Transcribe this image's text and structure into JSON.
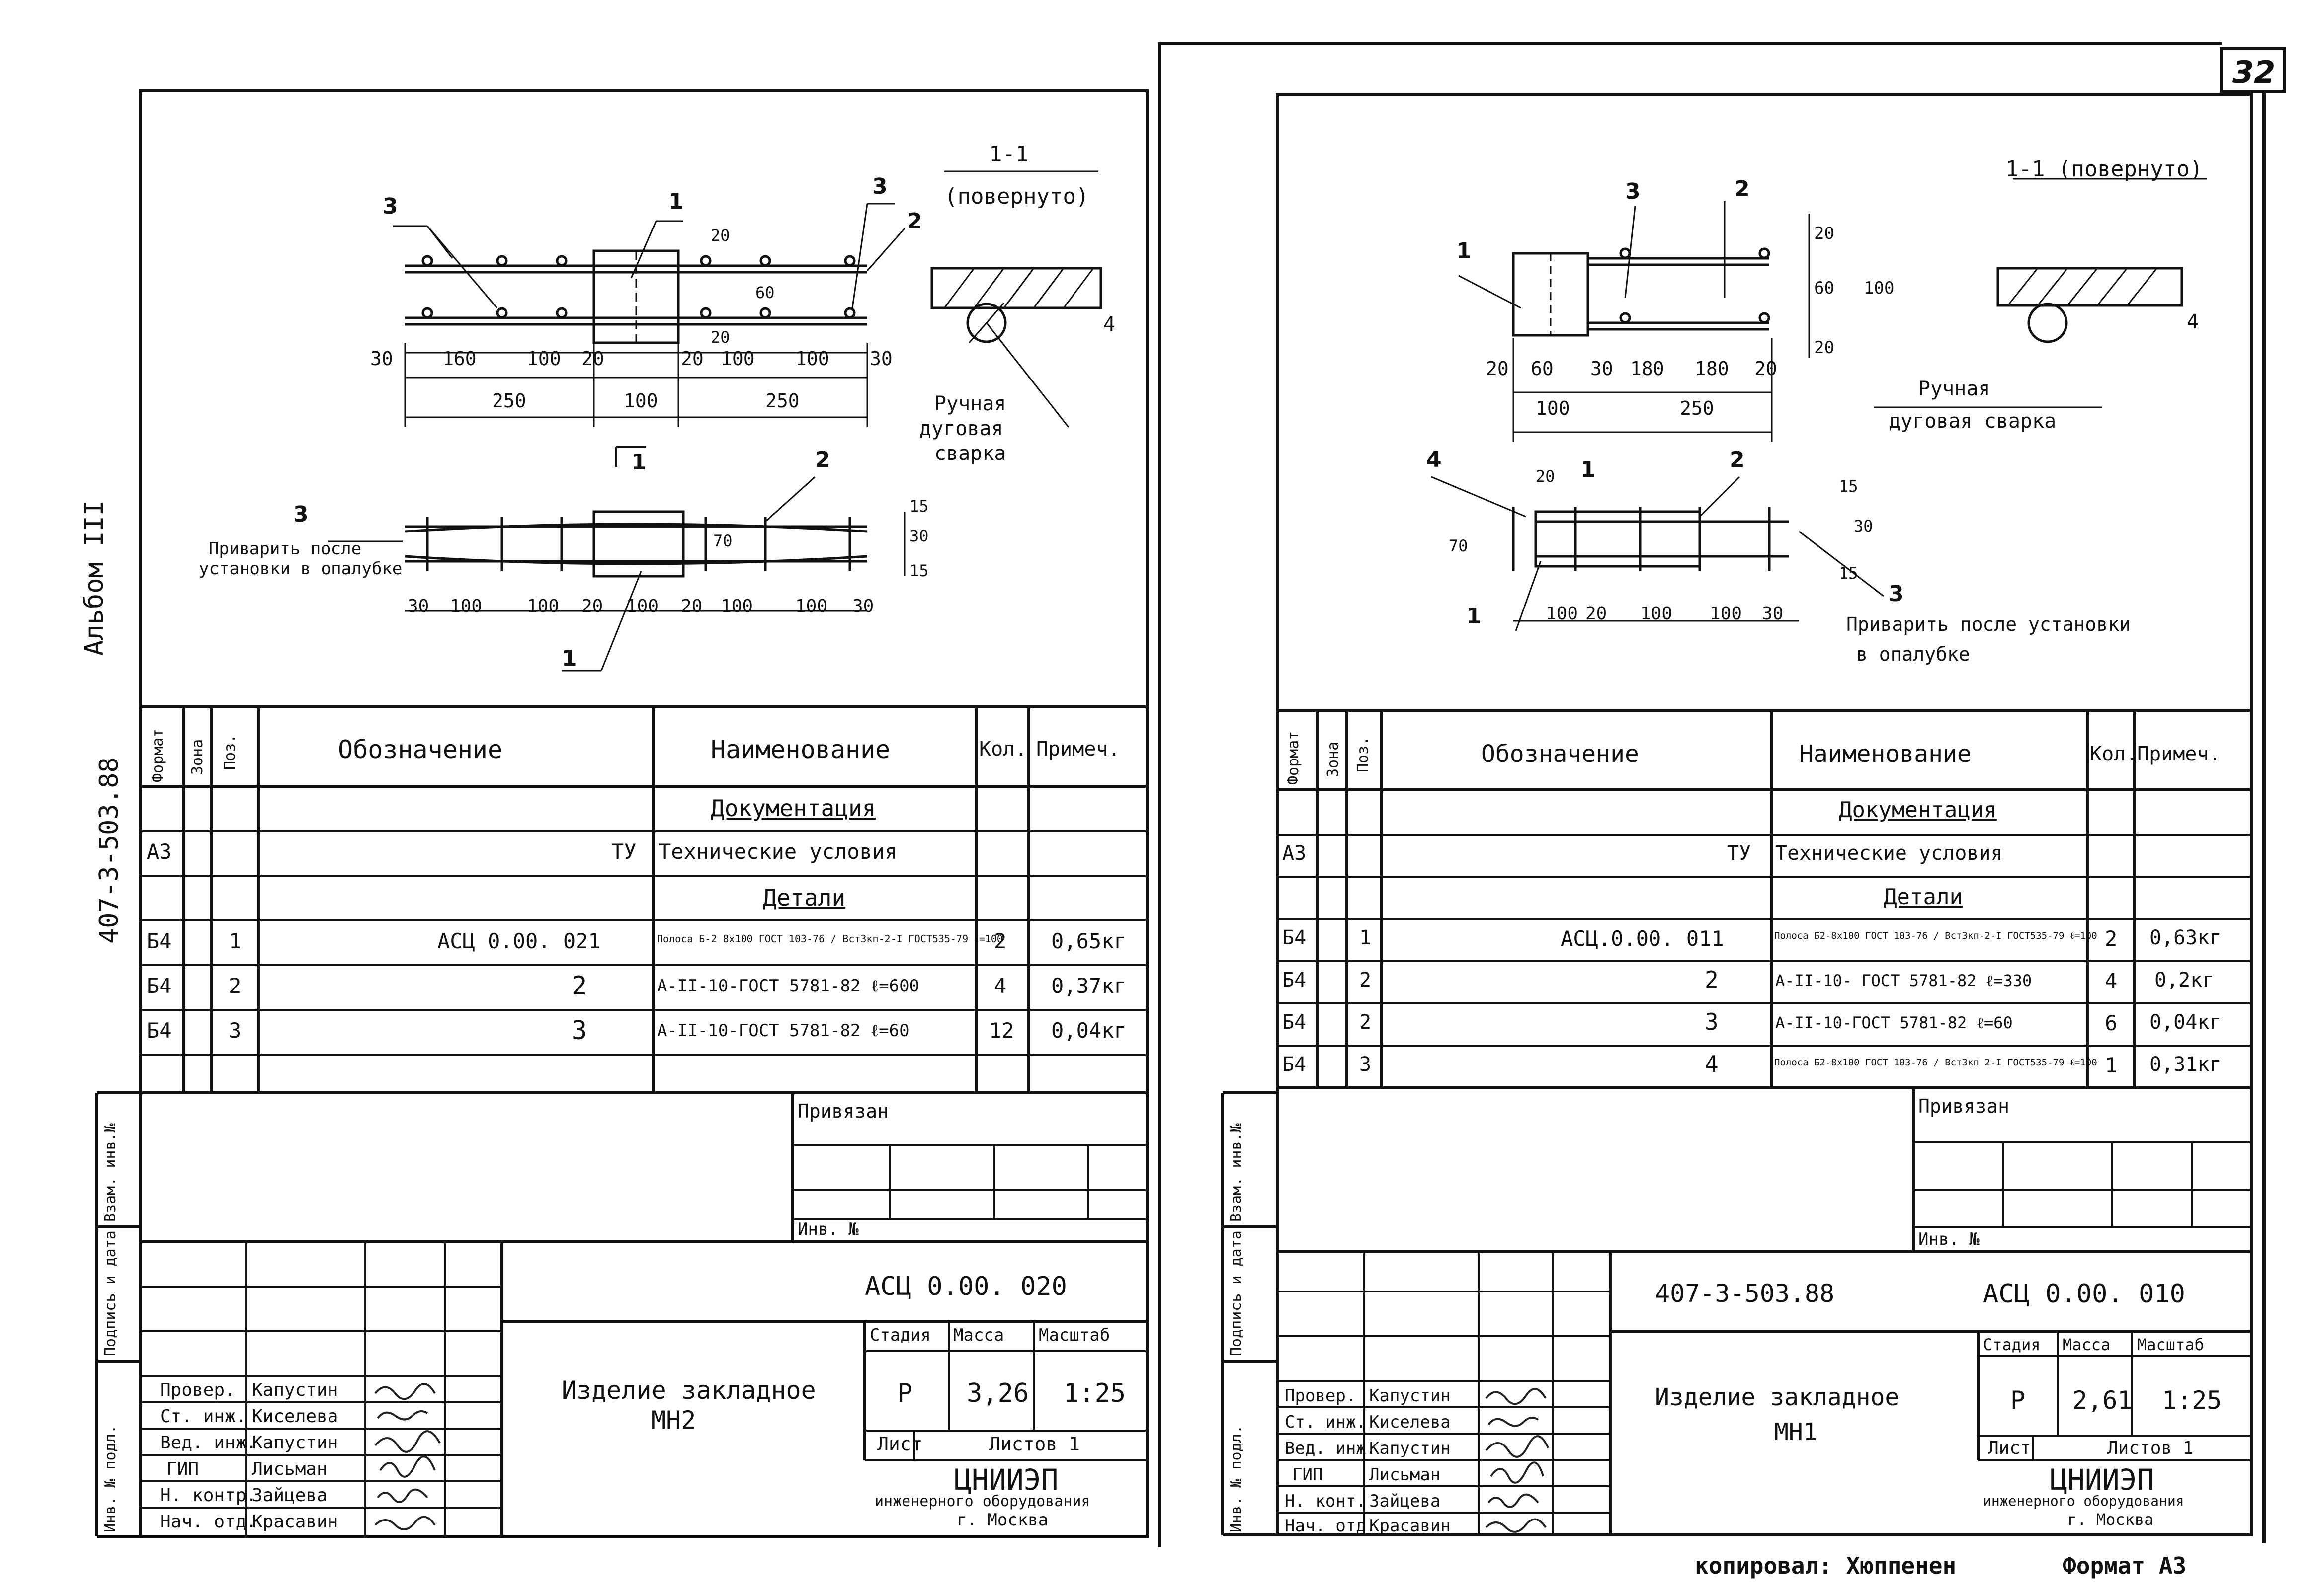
{
  "page_number": "32",
  "album_label": "Альбом III",
  "series_code": "407-3-503.88",
  "footer": {
    "copied_by": "копировал: Хюппенен",
    "format": "Формат А3"
  },
  "side_stamp": {
    "inv_orig": "Инв. № подл.",
    "sign_date": "Подпись и дата",
    "replace_inv": "Взам. инв.№"
  },
  "sheet_left": {
    "section_title": "1-1",
    "section_note": "(повернуто)",
    "weld_note": [
      "Ручная",
      "дуговая",
      "сварка"
    ],
    "install_note": [
      "Приварить после",
      "установки в опалубке"
    ],
    "callouts": [
      "1",
      "2",
      "3",
      "3",
      "1",
      "2",
      "3",
      "1"
    ],
    "dims_top": [
      "30",
      "160",
      "100",
      "20",
      "20",
      "100",
      "100",
      "30"
    ],
    "dims_total": [
      "250",
      "100",
      "250"
    ],
    "dims_vert": [
      "20",
      "60",
      "20"
    ],
    "dims_plan": [
      "30",
      "100",
      "100",
      "20",
      "100",
      "20",
      "100",
      "100",
      "30"
    ],
    "dims_plan_vert": [
      "15",
      "30",
      "15",
      "70"
    ],
    "weld_size": "4",
    "spec_headers": [
      "Формат",
      "Зона",
      "Поз.",
      "Обозначение",
      "Наименование",
      "Кол.",
      "Примеч."
    ],
    "spec_rows": [
      {
        "fmt": "",
        "zone": "",
        "pos": "",
        "code": "",
        "name": "Документация",
        "qty": "",
        "note": "",
        "underline": true
      },
      {
        "fmt": "А3",
        "zone": "",
        "pos": "",
        "code": "ТУ",
        "name": "Технические условия",
        "qty": "",
        "note": ""
      },
      {
        "fmt": "",
        "zone": "",
        "pos": "",
        "code": "",
        "name": "Детали",
        "qty": "",
        "note": "",
        "underline": true
      },
      {
        "fmt": "Б4",
        "zone": "",
        "pos": "1",
        "code": "АСЦ 0.00. 021",
        "name": "Полоса Б-2 8х100 ГОСТ 103-76 / Вст3кп-2-I ГОСТ535-79 ℓ=100",
        "qty": "2",
        "note": "0,65кг"
      },
      {
        "fmt": "Б4",
        "zone": "",
        "pos": "2",
        "code": "2",
        "name": "А-II-10-ГОСТ 5781-82  ℓ=600",
        "qty": "4",
        "note": "0,37кг"
      },
      {
        "fmt": "Б4",
        "zone": "",
        "pos": "3",
        "code": "3",
        "name": "А-II-10-ГОСТ 5781-82  ℓ=60",
        "qty": "12",
        "note": "0,04кг"
      }
    ],
    "bound_label": "Привязан",
    "inv_no_label": "Инв. №",
    "doc_code": "АСЦ 0.00. 020",
    "item_title": [
      "Изделие закладное",
      "МН2"
    ],
    "stage_headers": [
      "Стадия",
      "Масса",
      "Масштаб"
    ],
    "stage_values": [
      "Р",
      "3,26",
      "1:25"
    ],
    "sheet_label": "Лист",
    "sheets_label": "Листов 1",
    "org": [
      "ЦНИИЭП",
      "инженерного оборудования",
      "г. Москва"
    ],
    "people": [
      {
        "role": "Провер.",
        "name": "Капустин"
      },
      {
        "role": "Ст. инж.",
        "name": "Киселева"
      },
      {
        "role": "Вед. инж.",
        "name": "Капустин"
      },
      {
        "role": "ГИП",
        "name": "Лисьман"
      },
      {
        "role": "Н. контр.",
        "name": "Зайцева"
      },
      {
        "role": "Нач. отд.",
        "name": "Красавин"
      }
    ]
  },
  "sheet_right": {
    "section_title": "1-1 (повернуто)",
    "weld_note": [
      "Ручная",
      "дуговая сварка"
    ],
    "install_note": [
      "Приварить после установки",
      "в опалубке"
    ],
    "callouts": [
      "1",
      "3",
      "2",
      "4",
      "1",
      "2",
      "1",
      "3"
    ],
    "dims_top": [
      "20",
      "60",
      "30",
      "180",
      "180",
      "20"
    ],
    "dims_total": [
      "100",
      "250"
    ],
    "dims_vert": [
      "20",
      "60",
      "20",
      "100"
    ],
    "dims_plan": [
      "100",
      "20",
      "100",
      "100",
      "30"
    ],
    "dims_plan_vert": [
      "15",
      "30",
      "15",
      "70",
      "20"
    ],
    "weld_size": "4",
    "spec_headers": [
      "Формат",
      "Зона",
      "Поз.",
      "Обозначение",
      "Наименование",
      "Кол.",
      "Примеч."
    ],
    "spec_rows": [
      {
        "fmt": "",
        "zone": "",
        "pos": "",
        "code": "",
        "name": "Документация",
        "qty": "",
        "note": "",
        "underline": true
      },
      {
        "fmt": "А3",
        "zone": "",
        "pos": "",
        "code": "ТУ",
        "name": "Технические условия",
        "qty": "",
        "note": ""
      },
      {
        "fmt": "",
        "zone": "",
        "pos": "",
        "code": "",
        "name": "Детали",
        "qty": "",
        "note": "",
        "underline": true
      },
      {
        "fmt": "Б4",
        "zone": "",
        "pos": "1",
        "code": "АСЦ.0.00. 011",
        "name": "Полоса Б2-8х100 ГОСТ 103-76 / Вст3кп-2-I ГОСТ535-79 ℓ=100",
        "qty": "2",
        "note": "0,63кг"
      },
      {
        "fmt": "Б4",
        "zone": "",
        "pos": "2",
        "code": "2",
        "name": "А-II-10- ГОСТ 5781-82  ℓ=330",
        "qty": "4",
        "note": "0,2кг"
      },
      {
        "fmt": "Б4",
        "zone": "",
        "pos": "2",
        "code": "3",
        "name": "А-II-10-ГОСТ 5781-82  ℓ=60",
        "qty": "6",
        "note": "0,04кг"
      },
      {
        "fmt": "Б4",
        "zone": "",
        "pos": "3",
        "code": "4",
        "name": "Полоса Б2-8х100 ГОСТ 103-76 / Вст3кп 2-I ГОСТ535-79 ℓ=100",
        "qty": "1",
        "note": "0,31кг"
      }
    ],
    "bound_label": "Привязан",
    "inv_no_label": "Инв. №",
    "series": "407-3-503.88",
    "doc_code": "АСЦ 0.00. 010",
    "item_title": [
      "Изделие закладное",
      "МН1"
    ],
    "stage_headers": [
      "Стадия",
      "Масса",
      "Масштаб"
    ],
    "stage_values": [
      "Р",
      "2,61",
      "1:25"
    ],
    "sheet_label": "Лист",
    "sheets_label": "Листов 1",
    "org": [
      "ЦНИИЭП",
      "инженерного оборудования",
      "г. Москва"
    ],
    "people": [
      {
        "role": "Провер.",
        "name": "Капустин"
      },
      {
        "role": "Ст. инж.",
        "name": "Киселева"
      },
      {
        "role": "Вед. инж.",
        "name": "Капустин"
      },
      {
        "role": "ГИП",
        "name": "Лисьман"
      },
      {
        "role": "Н. конт.",
        "name": "Зайцева"
      },
      {
        "role": "Нач. отд.",
        "name": "Красавин"
      }
    ]
  }
}
